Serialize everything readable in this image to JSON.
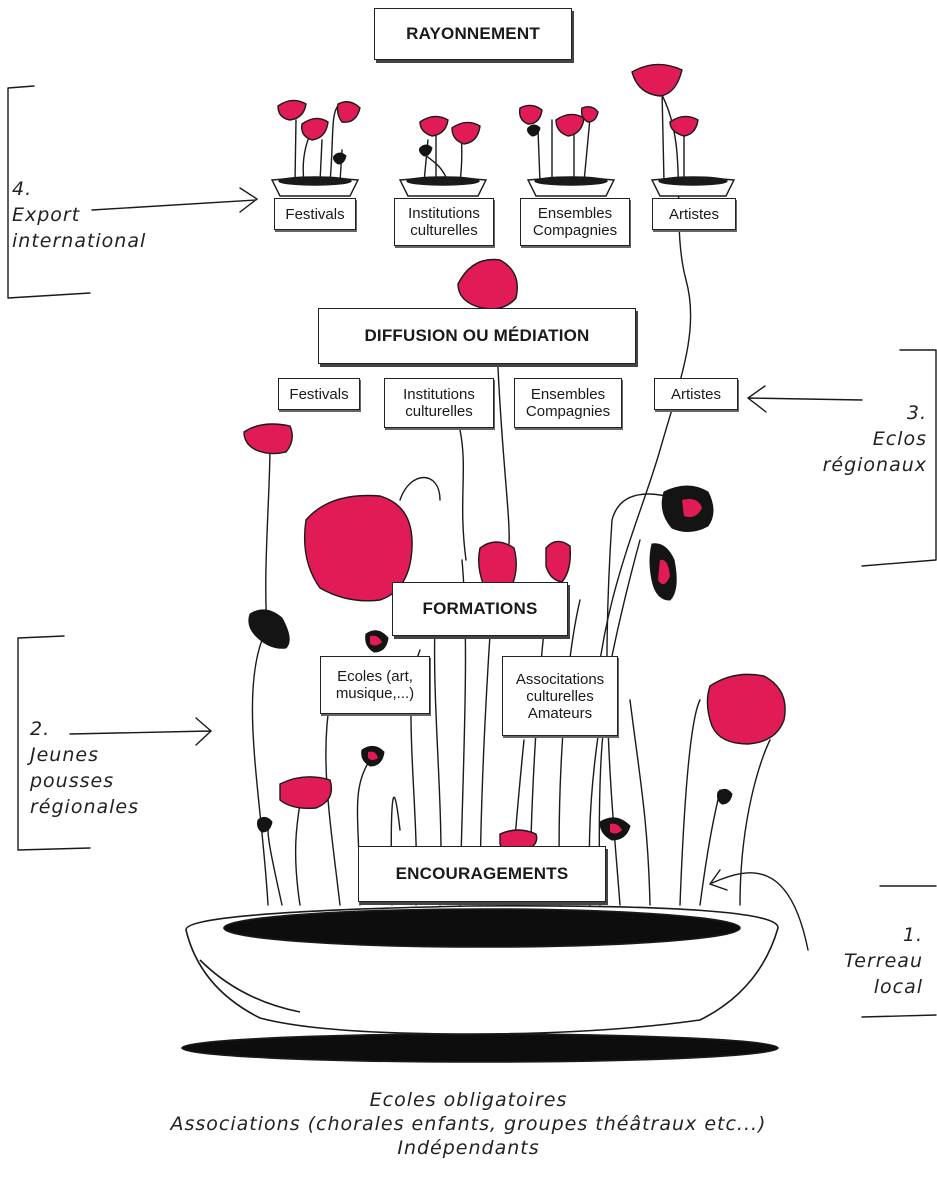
{
  "levels": {
    "rayonnement": {
      "title": "RAYONNEMENT",
      "items": [
        "Festivals",
        "Institutions culturelles",
        "Ensembles Compagnies",
        "Artistes"
      ]
    },
    "diffusion": {
      "title": "DIFFUSION OU MÉDIATION",
      "items": [
        "Festivals",
        "Institutions culturelles",
        "Ensembles Compagnies",
        "Artistes"
      ]
    },
    "formations": {
      "title": "FORMATIONS",
      "items": [
        "Ecoles (art, musique,...)",
        "Associtations culturelles Amateurs"
      ]
    },
    "encouragements": {
      "title": "ENCOURAGEMENTS"
    }
  },
  "stages": [
    {
      "number": "1.",
      "lines": [
        "Terreau",
        "local"
      ]
    },
    {
      "number": "2.",
      "lines": [
        "Jeunes",
        "pousses",
        "régionales"
      ]
    },
    {
      "number": "3.",
      "lines": [
        "Eclos",
        "régionaux"
      ]
    },
    {
      "number": "4.",
      "lines": [
        "Export",
        "international"
      ]
    }
  ],
  "footer": {
    "lines": [
      "Ecoles obligatoires",
      "Associations (chorales enfants, groupes théâtraux etc...)",
      "Indépendants"
    ]
  },
  "colors": {
    "petal": "#e01b55",
    "ink": "#1a1a1a",
    "soil": "#0d0d0d"
  }
}
